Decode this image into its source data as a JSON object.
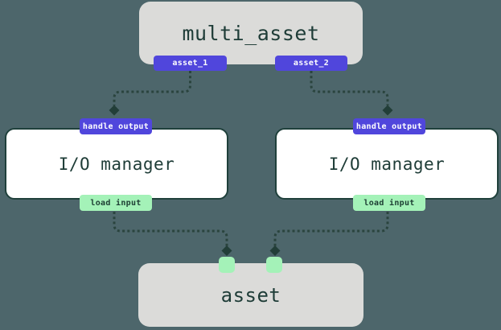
{
  "colors": {
    "background": "#4D666B",
    "node_gray_fill": "#DBDBD9",
    "node_white_fill": "#FFFFFF",
    "node_border": "#1F403B",
    "label_text": "#1E3C37",
    "badge_purple": "#5046DC",
    "badge_purple_text": "#FFFFFF",
    "badge_green": "#A4F2B8",
    "badge_green_text": "#1D3E33",
    "edge": "#2A443E",
    "arrowhead": "#223E38"
  },
  "nodes": {
    "multi_asset": {
      "label": "multi_asset",
      "outputs": [
        {
          "label": "asset_1"
        },
        {
          "label": "asset_2"
        }
      ]
    },
    "io_manager_1": {
      "label": "I/O manager",
      "top_badge": "handle output",
      "bottom_badge": "load input"
    },
    "io_manager_2": {
      "label": "I/O manager",
      "top_badge": "handle output",
      "bottom_badge": "load input"
    },
    "asset": {
      "label": "asset",
      "input_port_count": 2
    }
  },
  "edges": [
    {
      "from": "multi_asset.asset_1",
      "to": "io_manager_1.handle_output",
      "style": "dashed"
    },
    {
      "from": "multi_asset.asset_2",
      "to": "io_manager_2.handle_output",
      "style": "dashed"
    },
    {
      "from": "io_manager_1.load_input",
      "to": "asset.input_1",
      "style": "dashed"
    },
    {
      "from": "io_manager_2.load_input",
      "to": "asset.input_2",
      "style": "dashed"
    }
  ]
}
